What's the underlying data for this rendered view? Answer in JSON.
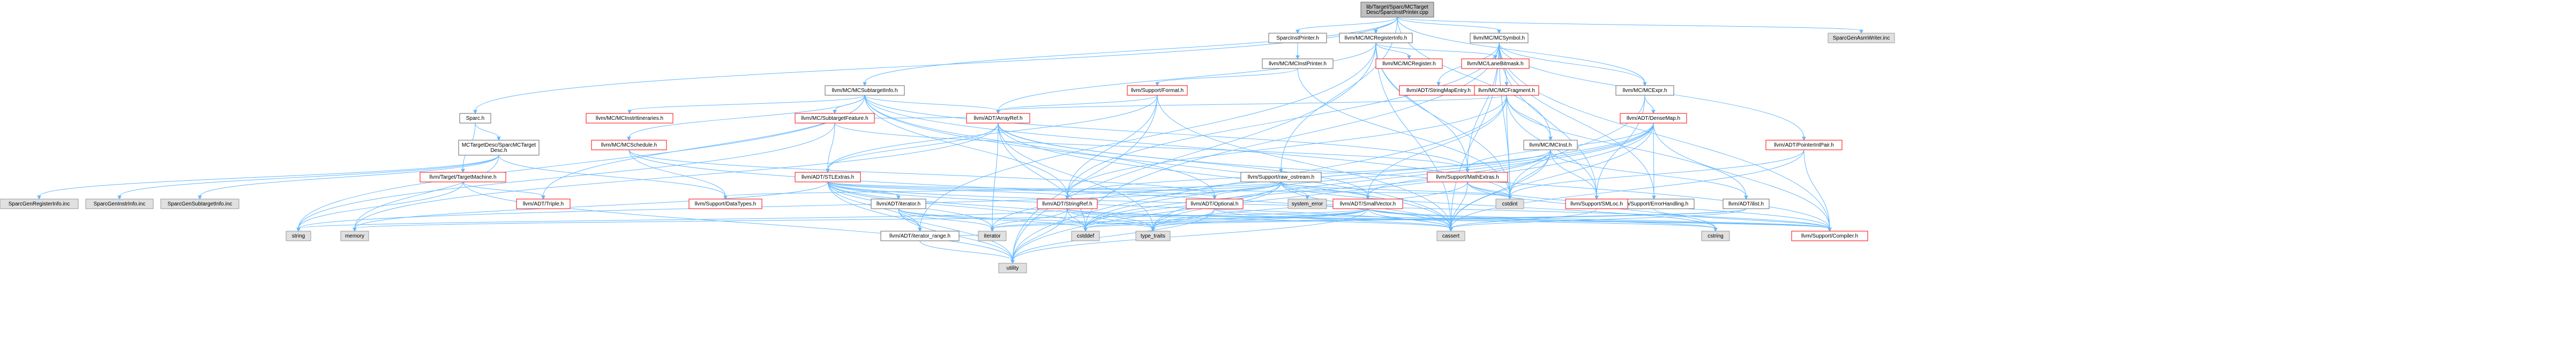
{
  "nodes": [
    {
      "id": "root",
      "lines": [
        "lib/Target/Sparc/MCTarget",
        "Desc/SparcInstPrinter.cpp"
      ],
      "style": "root"
    },
    {
      "id": "sip_h",
      "lines": [
        "SparcInstPrinter.h"
      ],
      "style": "white"
    },
    {
      "id": "mcreginfo",
      "lines": [
        "llvm/MC/MCRegisterInfo.h"
      ],
      "style": "white"
    },
    {
      "id": "mcsym",
      "lines": [
        "llvm/MC/MCSymbol.h"
      ],
      "style": "white"
    },
    {
      "id": "sparcasm",
      "lines": [
        "SparcGenAsmWriter.inc"
      ],
      "style": "gray"
    },
    {
      "id": "mcinstprinter",
      "lines": [
        "llvm/MC/MCInstPrinter.h"
      ],
      "style": "white"
    },
    {
      "id": "mcregister",
      "lines": [
        "llvm/MC/MCRegister.h"
      ],
      "style": "red"
    },
    {
      "id": "mclanebit",
      "lines": [
        "llvm/MC/LaneBitmask.h"
      ],
      "style": "red"
    },
    {
      "id": "mcexpr",
      "lines": [
        "llvm/MC/MCExpr.h"
      ],
      "style": "white"
    },
    {
      "id": "strmapentry",
      "lines": [
        "llvm/ADT/StringMapEntry.h"
      ],
      "style": "red"
    },
    {
      "id": "mcfragment",
      "lines": [
        "llvm/MC/MCFragment.h"
      ],
      "style": "red"
    },
    {
      "id": "suppformat",
      "lines": [
        "llvm/Support/Format.h"
      ],
      "style": "red"
    },
    {
      "id": "mcsubinfo",
      "lines": [
        "llvm/MC/MCSubtargetInfo.h"
      ],
      "style": "white"
    },
    {
      "id": "sparc_h",
      "lines": [
        "Sparc.h"
      ],
      "style": "white"
    },
    {
      "id": "mcinstrit",
      "lines": [
        "llvm/MC/MCInstrItineraries.h"
      ],
      "style": "red"
    },
    {
      "id": "mcsubfeat",
      "lines": [
        "llvm/MC/SubtargetFeature.h"
      ],
      "style": "red"
    },
    {
      "id": "arrayref",
      "lines": [
        "llvm/ADT/ArrayRef.h"
      ],
      "style": "red"
    },
    {
      "id": "densemap",
      "lines": [
        "llvm/ADT/DenseMap.h"
      ],
      "style": "red"
    },
    {
      "id": "ptrintpair",
      "lines": [
        "llvm/ADT/PointerIntPair.h"
      ],
      "style": "red"
    },
    {
      "id": "mctargetdesc",
      "lines": [
        "MCTargetDesc/SparcMCTarget",
        "Desc.h"
      ],
      "style": "white"
    },
    {
      "id": "targetmachine",
      "lines": [
        "llvm/Target/TargetMachine.h"
      ],
      "style": "red"
    },
    {
      "id": "mcschedule",
      "lines": [
        "llvm/MC/MCSchedule.h"
      ],
      "style": "red"
    },
    {
      "id": "stlextras",
      "lines": [
        "llvm/ADT/STLExtras.h"
      ],
      "style": "red"
    },
    {
      "id": "rawostream",
      "lines": [
        "llvm/Support/raw_ostream.h"
      ],
      "style": "white"
    },
    {
      "id": "mcinst",
      "lines": [
        "llvm/MC/MCInst.h"
      ],
      "style": "white"
    },
    {
      "id": "mathextras",
      "lines": [
        "llvm/Support/MathExtras.h"
      ],
      "style": "red"
    },
    {
      "id": "cstdint",
      "lines": [
        "cstdint"
      ],
      "style": "gray"
    },
    {
      "id": "errhandling",
      "lines": [
        "llvm/Support/ErrorHandling.h"
      ],
      "style": "white"
    },
    {
      "id": "sparcreg",
      "lines": [
        "SparcGenRegisterInfo.inc"
      ],
      "style": "gray"
    },
    {
      "id": "sparcinstr",
      "lines": [
        "SparcGenInstrInfo.inc"
      ],
      "style": "gray"
    },
    {
      "id": "sparcsub",
      "lines": [
        "SparcGenSubtargetInfo.inc"
      ],
      "style": "gray"
    },
    {
      "id": "triple",
      "lines": [
        "llvm/ADT/Triple.h"
      ],
      "style": "red"
    },
    {
      "id": "datatypes",
      "lines": [
        "llvm/Support/DataTypes.h"
      ],
      "style": "red"
    },
    {
      "id": "iterator_h",
      "lines": [
        "llvm/ADT/iterator.h"
      ],
      "style": "white"
    },
    {
      "id": "stringref",
      "lines": [
        "llvm/ADT/StringRef.h"
      ],
      "style": "red"
    },
    {
      "id": "optional",
      "lines": [
        "llvm/ADT/Optional.h"
      ],
      "style": "red"
    },
    {
      "id": "syserror",
      "lines": [
        "system_error"
      ],
      "style": "gray"
    },
    {
      "id": "smallvector",
      "lines": [
        "llvm/ADT/SmallVector.h"
      ],
      "style": "red"
    },
    {
      "id": "smloc",
      "lines": [
        "llvm/Support/SMLoc.h"
      ],
      "style": "red"
    },
    {
      "id": "ilist",
      "lines": [
        "llvm/ADT/ilist.h"
      ],
      "style": "white"
    },
    {
      "id": "string",
      "lines": [
        "string"
      ],
      "style": "gray"
    },
    {
      "id": "memory",
      "lines": [
        "memory"
      ],
      "style": "gray"
    },
    {
      "id": "iterrange",
      "lines": [
        "llvm/ADT/iterator_range.h"
      ],
      "style": "white"
    },
    {
      "id": "iterator",
      "lines": [
        "iterator"
      ],
      "style": "gray"
    },
    {
      "id": "cstddef",
      "lines": [
        "cstddef"
      ],
      "style": "gray"
    },
    {
      "id": "typetraits",
      "lines": [
        "type_traits"
      ],
      "style": "gray"
    },
    {
      "id": "cassert",
      "lines": [
        "cassert"
      ],
      "style": "gray"
    },
    {
      "id": "cstring",
      "lines": [
        "cstring"
      ],
      "style": "gray"
    },
    {
      "id": "compiler",
      "lines": [
        "llvm/Support/Compiler.h"
      ],
      "style": "red"
    },
    {
      "id": "utility",
      "lines": [
        "utility"
      ],
      "style": "gray"
    }
  ],
  "edges": [
    [
      "root",
      "sip_h"
    ],
    [
      "root",
      "mcreginfo"
    ],
    [
      "root",
      "mcsym"
    ],
    [
      "root",
      "sparcasm"
    ],
    [
      "root",
      "mcexpr"
    ],
    [
      "root",
      "sparc_h"
    ],
    [
      "root",
      "mcsubinfo"
    ],
    [
      "root",
      "rawostream"
    ],
    [
      "root",
      "mcinst"
    ],
    [
      "sip_h",
      "mcinstprinter"
    ],
    [
      "mcinstprinter",
      "suppformat"
    ],
    [
      "mcinstprinter",
      "cstdint"
    ],
    [
      "mcreginfo",
      "mcregister"
    ],
    [
      "mcreginfo",
      "mclanebit"
    ],
    [
      "mcreginfo",
      "cassert"
    ],
    [
      "mcreginfo",
      "cstdint"
    ],
    [
      "mcreginfo",
      "iterrange"
    ],
    [
      "mcreginfo",
      "utility"
    ],
    [
      "mcreginfo",
      "arrayref"
    ],
    [
      "mcreginfo",
      "mathextras"
    ],
    [
      "mcsym",
      "strmapentry"
    ],
    [
      "mcsym",
      "mcfragment"
    ],
    [
      "mcsym",
      "mcexpr"
    ],
    [
      "mcsym",
      "ptrintpair"
    ],
    [
      "mcsym",
      "stringref"
    ],
    [
      "mcsym",
      "errhandling"
    ],
    [
      "mcsym",
      "mathextras"
    ],
    [
      "mcsym",
      "cassert"
    ],
    [
      "mcsym",
      "cstdint"
    ],
    [
      "mcsym",
      "cstddef"
    ],
    [
      "mcsym",
      "compiler"
    ],
    [
      "mcsym",
      "smloc"
    ],
    [
      "mcexpr",
      "densemap"
    ],
    [
      "mcexpr",
      "smloc"
    ],
    [
      "mcexpr",
      "cstdint"
    ],
    [
      "mcfragment",
      "arrayref"
    ],
    [
      "mcfragment",
      "smallvector"
    ],
    [
      "mcfragment",
      "stringref"
    ],
    [
      "mcfragment",
      "ilist"
    ],
    [
      "mcfragment",
      "mcinst"
    ],
    [
      "mcfragment",
      "smloc"
    ],
    [
      "mcfragment",
      "cstdint"
    ],
    [
      "mcfragment",
      "utility"
    ],
    [
      "suppformat",
      "arrayref"
    ],
    [
      "suppformat",
      "stlextras"
    ],
    [
      "suppformat",
      "stringref"
    ],
    [
      "suppformat",
      "cassert"
    ],
    [
      "suppformat",
      "cstdio"
    ],
    [
      "suppformat",
      "tuple"
    ],
    [
      "suppformat",
      "utility"
    ],
    [
      "mcsubinfo",
      "mcinstrit"
    ],
    [
      "mcsubinfo",
      "mcschedule"
    ],
    [
      "mcsubinfo",
      "mcsubfeat"
    ],
    [
      "mcsubinfo",
      "arrayref"
    ],
    [
      "mcsubinfo",
      "stringref"
    ],
    [
      "mcsubinfo",
      "triple"
    ],
    [
      "mcsubinfo",
      "cassert"
    ],
    [
      "mcsubinfo",
      "cstdint"
    ],
    [
      "mcsubinfo",
      "string"
    ],
    [
      "mcsubinfo",
      "optional"
    ],
    [
      "mcsubinfo",
      "mathextras"
    ],
    [
      "sparc_h",
      "mctargetdesc"
    ],
    [
      "sparc_h",
      "targetmachine"
    ],
    [
      "mcsubfeat",
      "arrayref"
    ],
    [
      "mcsubfeat",
      "stlextras"
    ],
    [
      "mcsubfeat",
      "mathextras"
    ],
    [
      "mcsubfeat",
      "string"
    ],
    [
      "mcsubfeat",
      "vector"
    ],
    [
      "arrayref",
      "stlextras"
    ],
    [
      "arrayref",
      "smallvector"
    ],
    [
      "arrayref",
      "compiler"
    ],
    [
      "arrayref",
      "cassert"
    ],
    [
      "arrayref",
      "cstddef"
    ],
    [
      "arrayref",
      "iterator"
    ],
    [
      "arrayref",
      "memory"
    ],
    [
      "arrayref",
      "typetraits"
    ],
    [
      "densemap",
      "mathextras"
    ],
    [
      "densemap",
      "compiler"
    ],
    [
      "densemap",
      "cassert"
    ],
    [
      "densemap",
      "cstddef"
    ],
    [
      "densemap",
      "iterator"
    ],
    [
      "densemap",
      "typetraits"
    ],
    [
      "densemap",
      "utility"
    ],
    [
      "densemap",
      "errhandling"
    ],
    [
      "ptrintpair",
      "compiler"
    ],
    [
      "ptrintpair",
      "cassert"
    ],
    [
      "ptrintpair",
      "cstdint"
    ],
    [
      "mctargetdesc",
      "datatypes"
    ],
    [
      "mctargetdesc",
      "memory"
    ],
    [
      "mctargetdesc",
      "sparcreg"
    ],
    [
      "mctargetdesc",
      "sparcinstr"
    ],
    [
      "mctargetdesc",
      "sparcsub"
    ],
    [
      "targetmachine",
      "triple"
    ],
    [
      "targetmachine",
      "string"
    ],
    [
      "targetmachine",
      "utility"
    ],
    [
      "mcschedule",
      "datatypes"
    ],
    [
      "mcschedule",
      "optional"
    ],
    [
      "mcschedule",
      "cassert"
    ],
    [
      "stlextras",
      "iterator_h"
    ],
    [
      "stlextras",
      "iterrange"
    ],
    [
      "stlextras",
      "optional"
    ],
    [
      "stlextras",
      "compiler"
    ],
    [
      "stlextras",
      "cassert"
    ],
    [
      "stlextras",
      "cstddef"
    ],
    [
      "stlextras",
      "cstdint"
    ],
    [
      "stlextras",
      "iterator"
    ],
    [
      "stlextras",
      "memory"
    ],
    [
      "stlextras",
      "typetraits"
    ],
    [
      "stlextras",
      "utility"
    ],
    [
      "stlextras",
      "stringref"
    ],
    [
      "rawostream",
      "stringref"
    ],
    [
      "rawostream",
      "datatypes"
    ],
    [
      "rawostream",
      "cassert"
    ],
    [
      "rawostream",
      "cstddef"
    ],
    [
      "rawostream",
      "cstdint"
    ],
    [
      "rawostream",
      "cstring"
    ],
    [
      "rawostream",
      "string"
    ],
    [
      "rawostream",
      "syserror"
    ],
    [
      "rawostream",
      "typetraits"
    ],
    [
      "rawostream",
      "optional"
    ],
    [
      "rawostream",
      "smallvector"
    ],
    [
      "mcinst",
      "smallvector"
    ],
    [
      "mcinst",
      "stringref"
    ],
    [
      "mcinst",
      "smloc"
    ],
    [
      "mcinst",
      "cassert"
    ],
    [
      "mcinst",
      "cstddef"
    ],
    [
      "mcinst",
      "cstdint"
    ],
    [
      "mcinst",
      "ilist"
    ],
    [
      "mathextras",
      "compiler"
    ],
    [
      "mathextras",
      "cassert"
    ],
    [
      "mathextras",
      "cstdint"
    ],
    [
      "mathextras",
      "cstring"
    ],
    [
      "mathextras",
      "typetraits"
    ],
    [
      "errhandling",
      "compiler"
    ],
    [
      "iterator_h",
      "iterrange"
    ],
    [
      "iterator_h",
      "cstddef"
    ],
    [
      "iterator_h",
      "iterator"
    ],
    [
      "iterator_h",
      "typetraits"
    ],
    [
      "iterator_h",
      "utility"
    ],
    [
      "stringref",
      "cstddef"
    ],
    [
      "stringref",
      "typetraits"
    ],
    [
      "stringref",
      "cassert"
    ],
    [
      "stringref",
      "cstring"
    ],
    [
      "stringref",
      "string"
    ],
    [
      "stringref",
      "utility"
    ],
    [
      "stringref",
      "iterator"
    ],
    [
      "stringref",
      "compiler"
    ],
    [
      "optional",
      "cassert"
    ],
    [
      "optional",
      "utility"
    ],
    [
      "optional",
      "typetraits"
    ],
    [
      "optional",
      "compiler"
    ],
    [
      "smallvector",
      "compiler"
    ],
    [
      "smallvector",
      "cassert"
    ],
    [
      "smallvector",
      "cstddef"
    ],
    [
      "smallvector",
      "cstring"
    ],
    [
      "smallvector",
      "iterator"
    ],
    [
      "smallvector",
      "memory"
    ],
    [
      "smallvector",
      "typetraits"
    ],
    [
      "smallvector",
      "utility"
    ],
    [
      "smallvector",
      "cstdlib"
    ],
    [
      "smloc",
      "cassert"
    ],
    [
      "ilist",
      "cassert"
    ],
    [
      "ilist",
      "cstddef"
    ],
    [
      "ilist",
      "iterator"
    ],
    [
      "iterrange",
      "utility"
    ],
    [
      "iterrange",
      "iterator"
    ]
  ]
}
